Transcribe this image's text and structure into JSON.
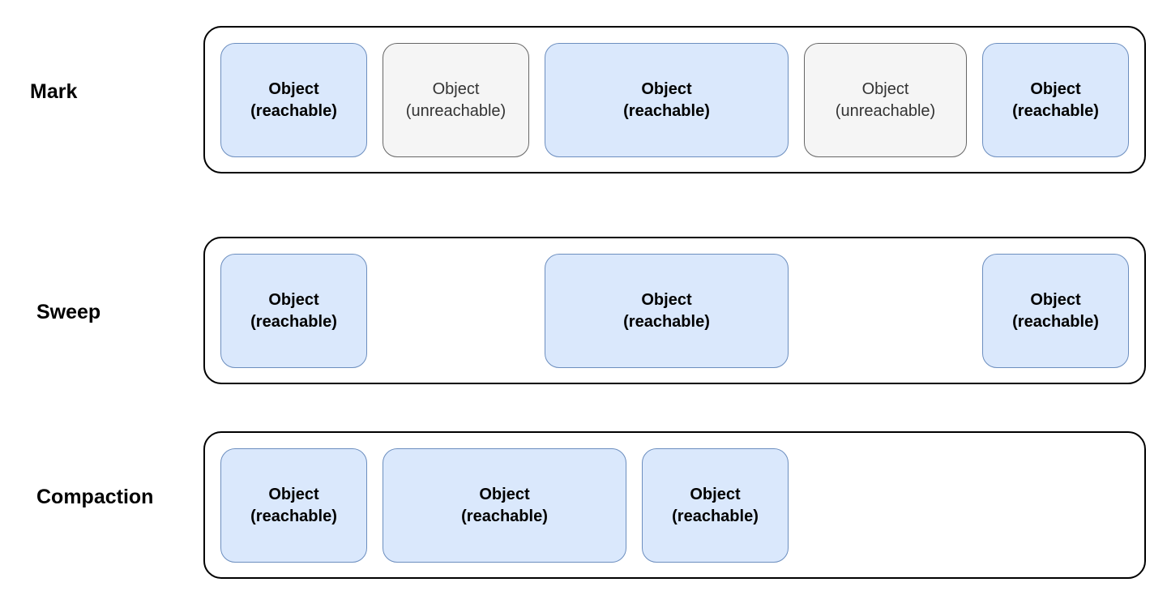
{
  "phases": [
    {
      "label": "Mark",
      "objects": [
        {
          "line1": "Object",
          "line2": "(reachable)",
          "state": "reachable"
        },
        {
          "line1": "Object",
          "line2": "(unreachable)",
          "state": "unreachable"
        },
        {
          "line1": "Object",
          "line2": "(reachable)",
          "state": "reachable"
        },
        {
          "line1": "Object",
          "line2": "(unreachable)",
          "state": "unreachable"
        },
        {
          "line1": "Object",
          "line2": "(reachable)",
          "state": "reachable"
        }
      ]
    },
    {
      "label": "Sweep",
      "objects": [
        {
          "line1": "Object",
          "line2": "(reachable)",
          "state": "reachable"
        },
        {
          "line1": "Object",
          "line2": "(reachable)",
          "state": "reachable"
        },
        {
          "line1": "Object",
          "line2": "(reachable)",
          "state": "reachable"
        }
      ]
    },
    {
      "label": "Compaction",
      "objects": [
        {
          "line1": "Object",
          "line2": "(reachable)",
          "state": "reachable"
        },
        {
          "line1": "Object",
          "line2": "(reachable)",
          "state": "reachable"
        },
        {
          "line1": "Object",
          "line2": "(reachable)",
          "state": "reachable"
        }
      ]
    }
  ],
  "colors": {
    "reachable_fill": "#dae8fc",
    "reachable_stroke": "#6c8ebf",
    "unreachable_fill": "#f5f5f5",
    "unreachable_stroke": "#666666"
  }
}
